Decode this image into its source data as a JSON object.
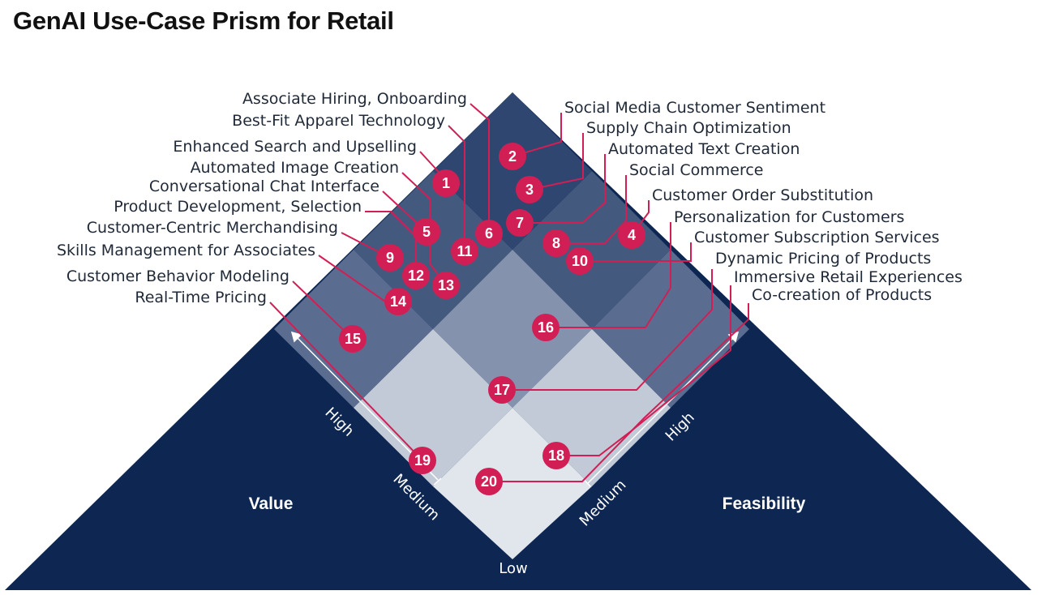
{
  "title": "GenAI Use-Case Prism for Retail",
  "colors": {
    "navy": "#0d2652",
    "badge": "#d11f55",
    "leader": "#d11f55"
  },
  "axes": {
    "value_label": "Value",
    "feasibility_label": "Feasibility",
    "low_label": "Low",
    "value_high": "High",
    "value_medium": "Medium",
    "feasibility_high": "High",
    "feasibility_medium": "Medium"
  },
  "use_cases": [
    {
      "id": 1,
      "number": "1",
      "label": "Enhanced Search and Upselling"
    },
    {
      "id": 2,
      "number": "2",
      "label": "Social Media Customer Sentiment"
    },
    {
      "id": 3,
      "number": "3",
      "label": "Supply Chain Optimization"
    },
    {
      "id": 4,
      "number": "4",
      "label": "Customer Order Substitution"
    },
    {
      "id": 5,
      "number": "5",
      "label": "Conversational Chat Interface"
    },
    {
      "id": 6,
      "number": "6",
      "label": "Associate Hiring, Onboarding"
    },
    {
      "id": 7,
      "number": "7",
      "label": "Automated Text Creation"
    },
    {
      "id": 8,
      "number": "8",
      "label": "Social Commerce"
    },
    {
      "id": 9,
      "number": "9",
      "label": "Customer-Centric Merchandising"
    },
    {
      "id": 10,
      "number": "10",
      "label": "Customer Subscription Services"
    },
    {
      "id": 11,
      "number": "11",
      "label": "Best-Fit Apparel Technology"
    },
    {
      "id": 12,
      "number": "12",
      "label": "Product Development, Selection"
    },
    {
      "id": 13,
      "number": "13",
      "label": "Automated Image Creation"
    },
    {
      "id": 14,
      "number": "14",
      "label": "Skills Management for Associates"
    },
    {
      "id": 15,
      "number": "15",
      "label": "Customer Behavior Modeling"
    },
    {
      "id": 16,
      "number": "16",
      "label": "Personalization for Customers"
    },
    {
      "id": 17,
      "number": "17",
      "label": "Dynamic Pricing of Products"
    },
    {
      "id": 18,
      "number": "18",
      "label": "Immersive Retail Experiences"
    },
    {
      "id": 19,
      "number": "19",
      "label": "Real-Time Pricing"
    },
    {
      "id": 20,
      "number": "20",
      "label": "Co-creation of Products"
    }
  ]
}
